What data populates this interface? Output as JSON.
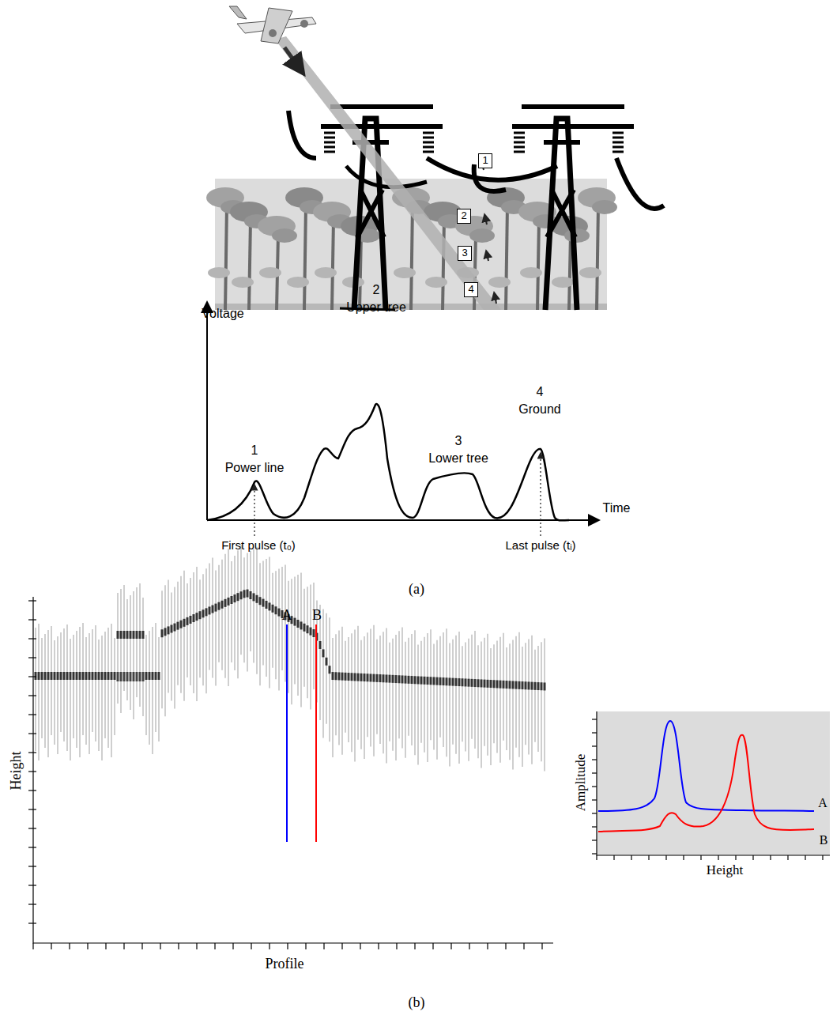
{
  "diagram": {
    "nodes": [
      {
        "text": [
          "1"
        ]
      },
      {
        "text": [
          "2"
        ]
      },
      {
        "text": [
          "3"
        ]
      },
      {
        "text": [
          "4"
        ]
      }
    ],
    "labels": [
      "Voltage",
      "2",
      "Upper tree",
      "4",
      "Ground",
      "1",
      "Power line",
      "3",
      "Lower tree",
      "Time",
      "First pulse (t₀)",
      "Last pulse (tᵢ)",
      "(a)",
      "A",
      "B",
      "Height",
      "Profile",
      "Amplitude",
      "Height",
      "A",
      "B",
      "(b)"
    ]
  }
}
